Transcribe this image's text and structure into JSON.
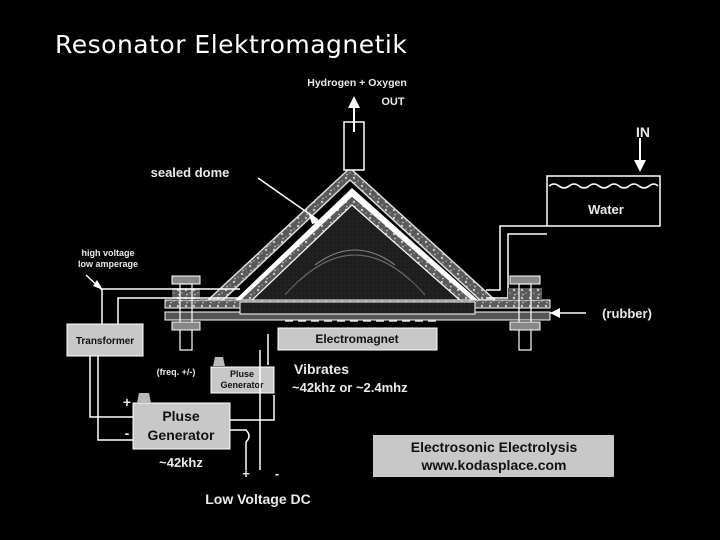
{
  "slide": {
    "title": "Resonator Elektromagnetik"
  },
  "diagram": {
    "labels": {
      "output": "Hydrogen + Oxygen",
      "out": "OUT",
      "in": "IN",
      "water": "Water",
      "sealed_dome": "sealed dome",
      "high_voltage": "high voltage",
      "low_amperage": "low amperage",
      "rubber": "(rubber)",
      "transformer": "Transformer",
      "electromagnet": "Electromagnet",
      "freq": "(freq. +/-)",
      "small_gen_line1": "Pluse",
      "small_gen_line2": "Generator",
      "vibrates": "Vibrates",
      "freq_values": "~42khz or ~2.4mhz",
      "big_gen_line1": "Pluse",
      "big_gen_line2": "Generator",
      "khz": "~42khz",
      "plus_left": "+",
      "minus_left": "-",
      "plus_bottom": "+",
      "minus_bottom": "-",
      "low_voltage": "Low Voltage DC"
    },
    "credit": {
      "line1": "Electrosonic Electrolysis",
      "line2": "www.kodasplace.com"
    }
  }
}
